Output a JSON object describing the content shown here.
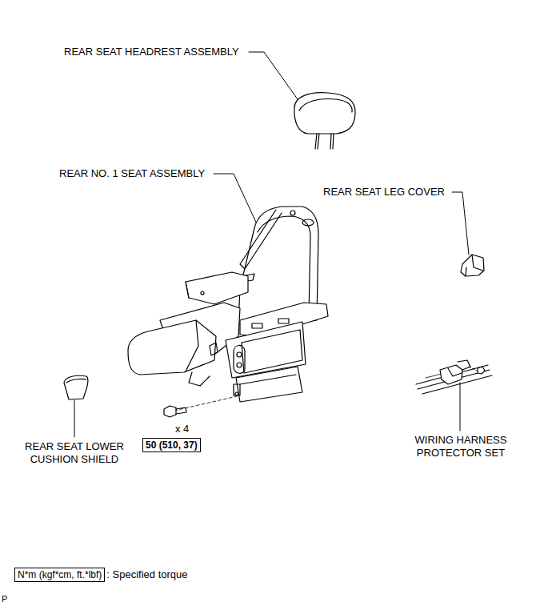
{
  "diagram": {
    "nodes": [
      {
        "text": [
          "50 (510, 37)"
        ]
      },
      {
        "text": [
          "N*m (kgf*cm, ft.*lbf)",
          ": Specified torque"
        ]
      }
    ],
    "labels": [
      "REAR SEAT HEADREST ASSEMBLY",
      "REAR NO. 1 SEAT ASSEMBLY",
      "REAR SEAT LEG COVER",
      "REAR SEAT LOWER CUSHION SHIELD",
      "WIRING HARNESS PROTECTOR SET",
      "x 4",
      "P"
    ]
  }
}
